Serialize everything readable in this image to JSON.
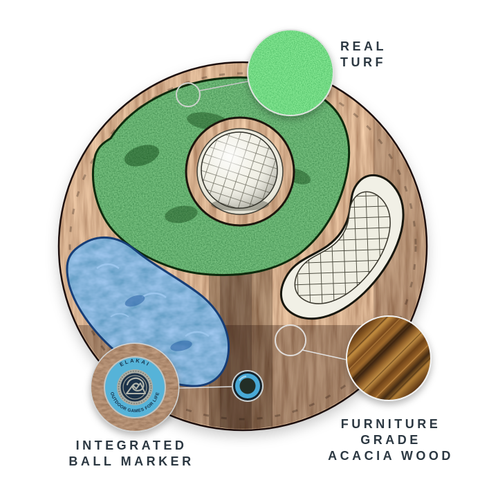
{
  "page": {
    "background": "#ffffff"
  },
  "labels": {
    "real_turf": {
      "lines": [
        "REAL",
        "TURF"
      ]
    },
    "integrated_ball_marker": {
      "lines": [
        "INTEGRATED",
        "BALL MARKER"
      ]
    },
    "acacia_wood": {
      "lines": [
        "FURNITURE",
        "GRADE",
        "ACACIA WOOD"
      ]
    }
  },
  "ball_marker": {
    "brand": "ELAKAI",
    "tagline": "OUTDOOR GAMES FOR LIFE"
  },
  "features": [
    {
      "id": "turf-swatch",
      "label": "REAL TURF"
    },
    {
      "id": "marker-swatch",
      "label": "INTEGRATED BALL MARKER"
    },
    {
      "id": "wood-swatch",
      "label": "FURNITURE GRADE ACACIA WOOD"
    }
  ],
  "colors": {
    "label_text": "#2c3842",
    "turf_bright": "#27a844",
    "turf_dark": "#1c5a22",
    "wood_copper": "#b97a4c",
    "wood_walnut": "#6f4a2b",
    "water_blue": "#3b82d6",
    "marker_blue": "#57b3d8",
    "marker_navy": "#1c3349",
    "bunker_white": "#f1f0e6",
    "callout_line": "#d9d9d9"
  }
}
